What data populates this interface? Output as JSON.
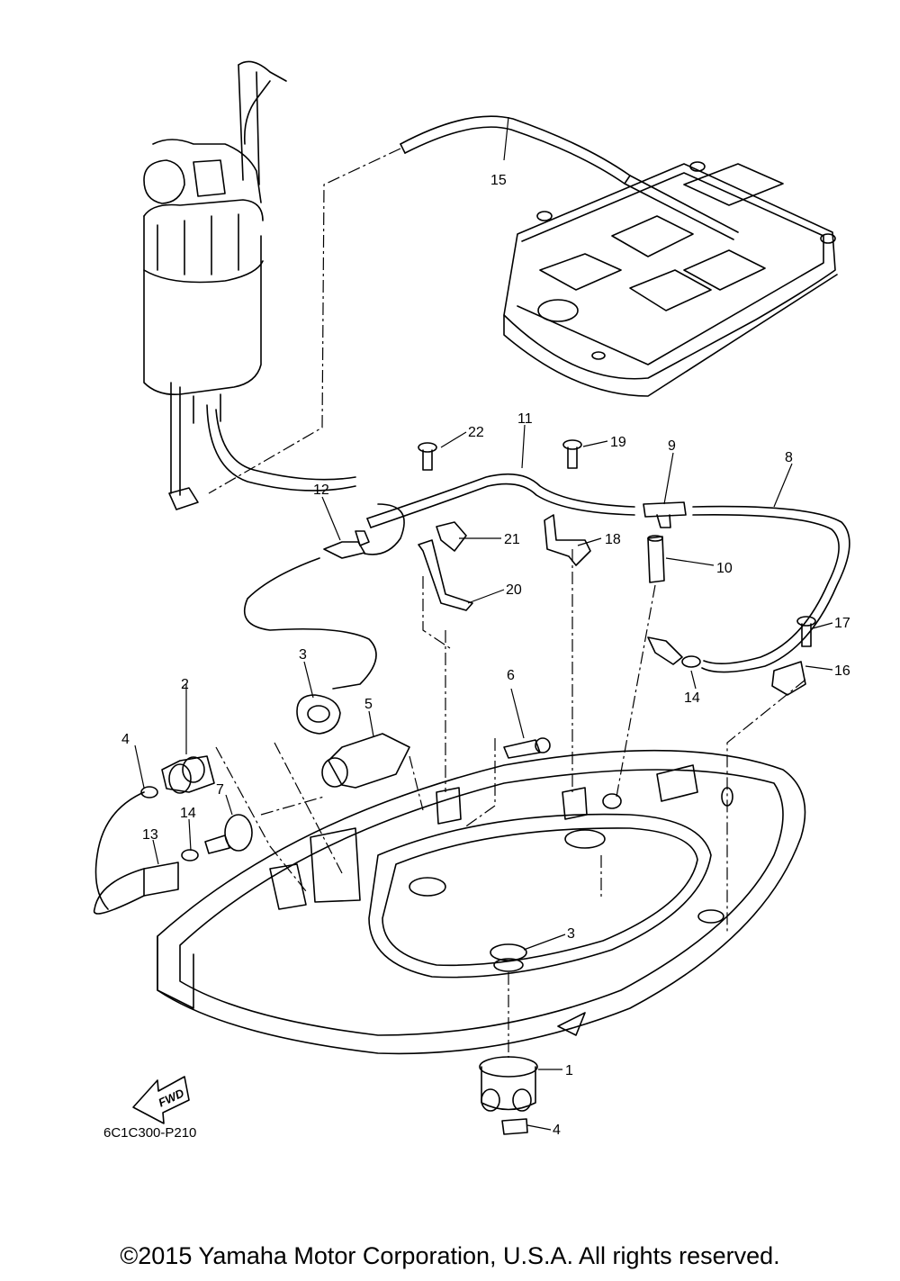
{
  "diagram": {
    "drawing_code": "6C1C300-P210",
    "fwd_label": "FWD",
    "copyright": "©2015 Yamaha Motor Corporation, U.S.A. All rights reserved.",
    "callouts": {
      "c1": "1",
      "c2": "2",
      "c3a": "3",
      "c3b": "3",
      "c4a": "4",
      "c4b": "4",
      "c5": "5",
      "c6": "6",
      "c7": "7",
      "c8": "8",
      "c9": "9",
      "c10": "10",
      "c11": "11",
      "c12": "12",
      "c13": "13",
      "c14a": "14",
      "c14b": "14",
      "c15": "15",
      "c16": "16",
      "c17": "17",
      "c18": "18",
      "c19": "19",
      "c20": "20",
      "c21": "21",
      "c22": "22"
    }
  }
}
